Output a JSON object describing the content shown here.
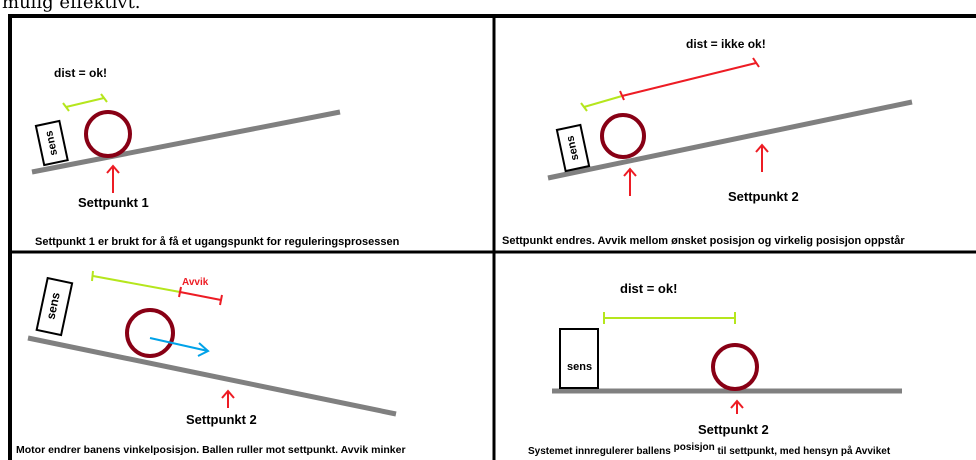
{
  "header_text": "mulig effektivt.",
  "panel1": {
    "dist_label": "dist = ok!",
    "sensor_label": "sens",
    "setpoint_label": "Settpunkt 1",
    "caption": "Settpunkt 1 er brukt for å få et ugangspunkt for reguleringsprosessen"
  },
  "panel2": {
    "dist_label": "dist = ikke ok!",
    "sensor_label": "sens",
    "setpoint_label": "Settpunkt 2",
    "caption": "Settpunkt endres. Avvik mellom ønsket posisjon og virkelig posisjon oppstår"
  },
  "panel3": {
    "deviation_label": "Avvik",
    "sensor_label": "sens",
    "setpoint_label": "Settpunkt 2",
    "caption": "Motor endrer banens vinkelposisjon. Ballen ruller mot settpunkt. Avvik minker"
  },
  "panel4": {
    "dist_label": "dist = ok!",
    "sensor_label": "sens",
    "setpoint_label": "Settpunkt 2",
    "caption_part1": "Systemet innregulerer ballens",
    "caption_part2": "posisjon",
    "caption_part3": "til settpunkt, med hensyn på Avviket"
  },
  "colors": {
    "track": "#808080",
    "ball": "#880015",
    "green": "#b5e61d",
    "red": "#ed1c24",
    "blue": "#00a2e8",
    "frame": "#000000"
  }
}
